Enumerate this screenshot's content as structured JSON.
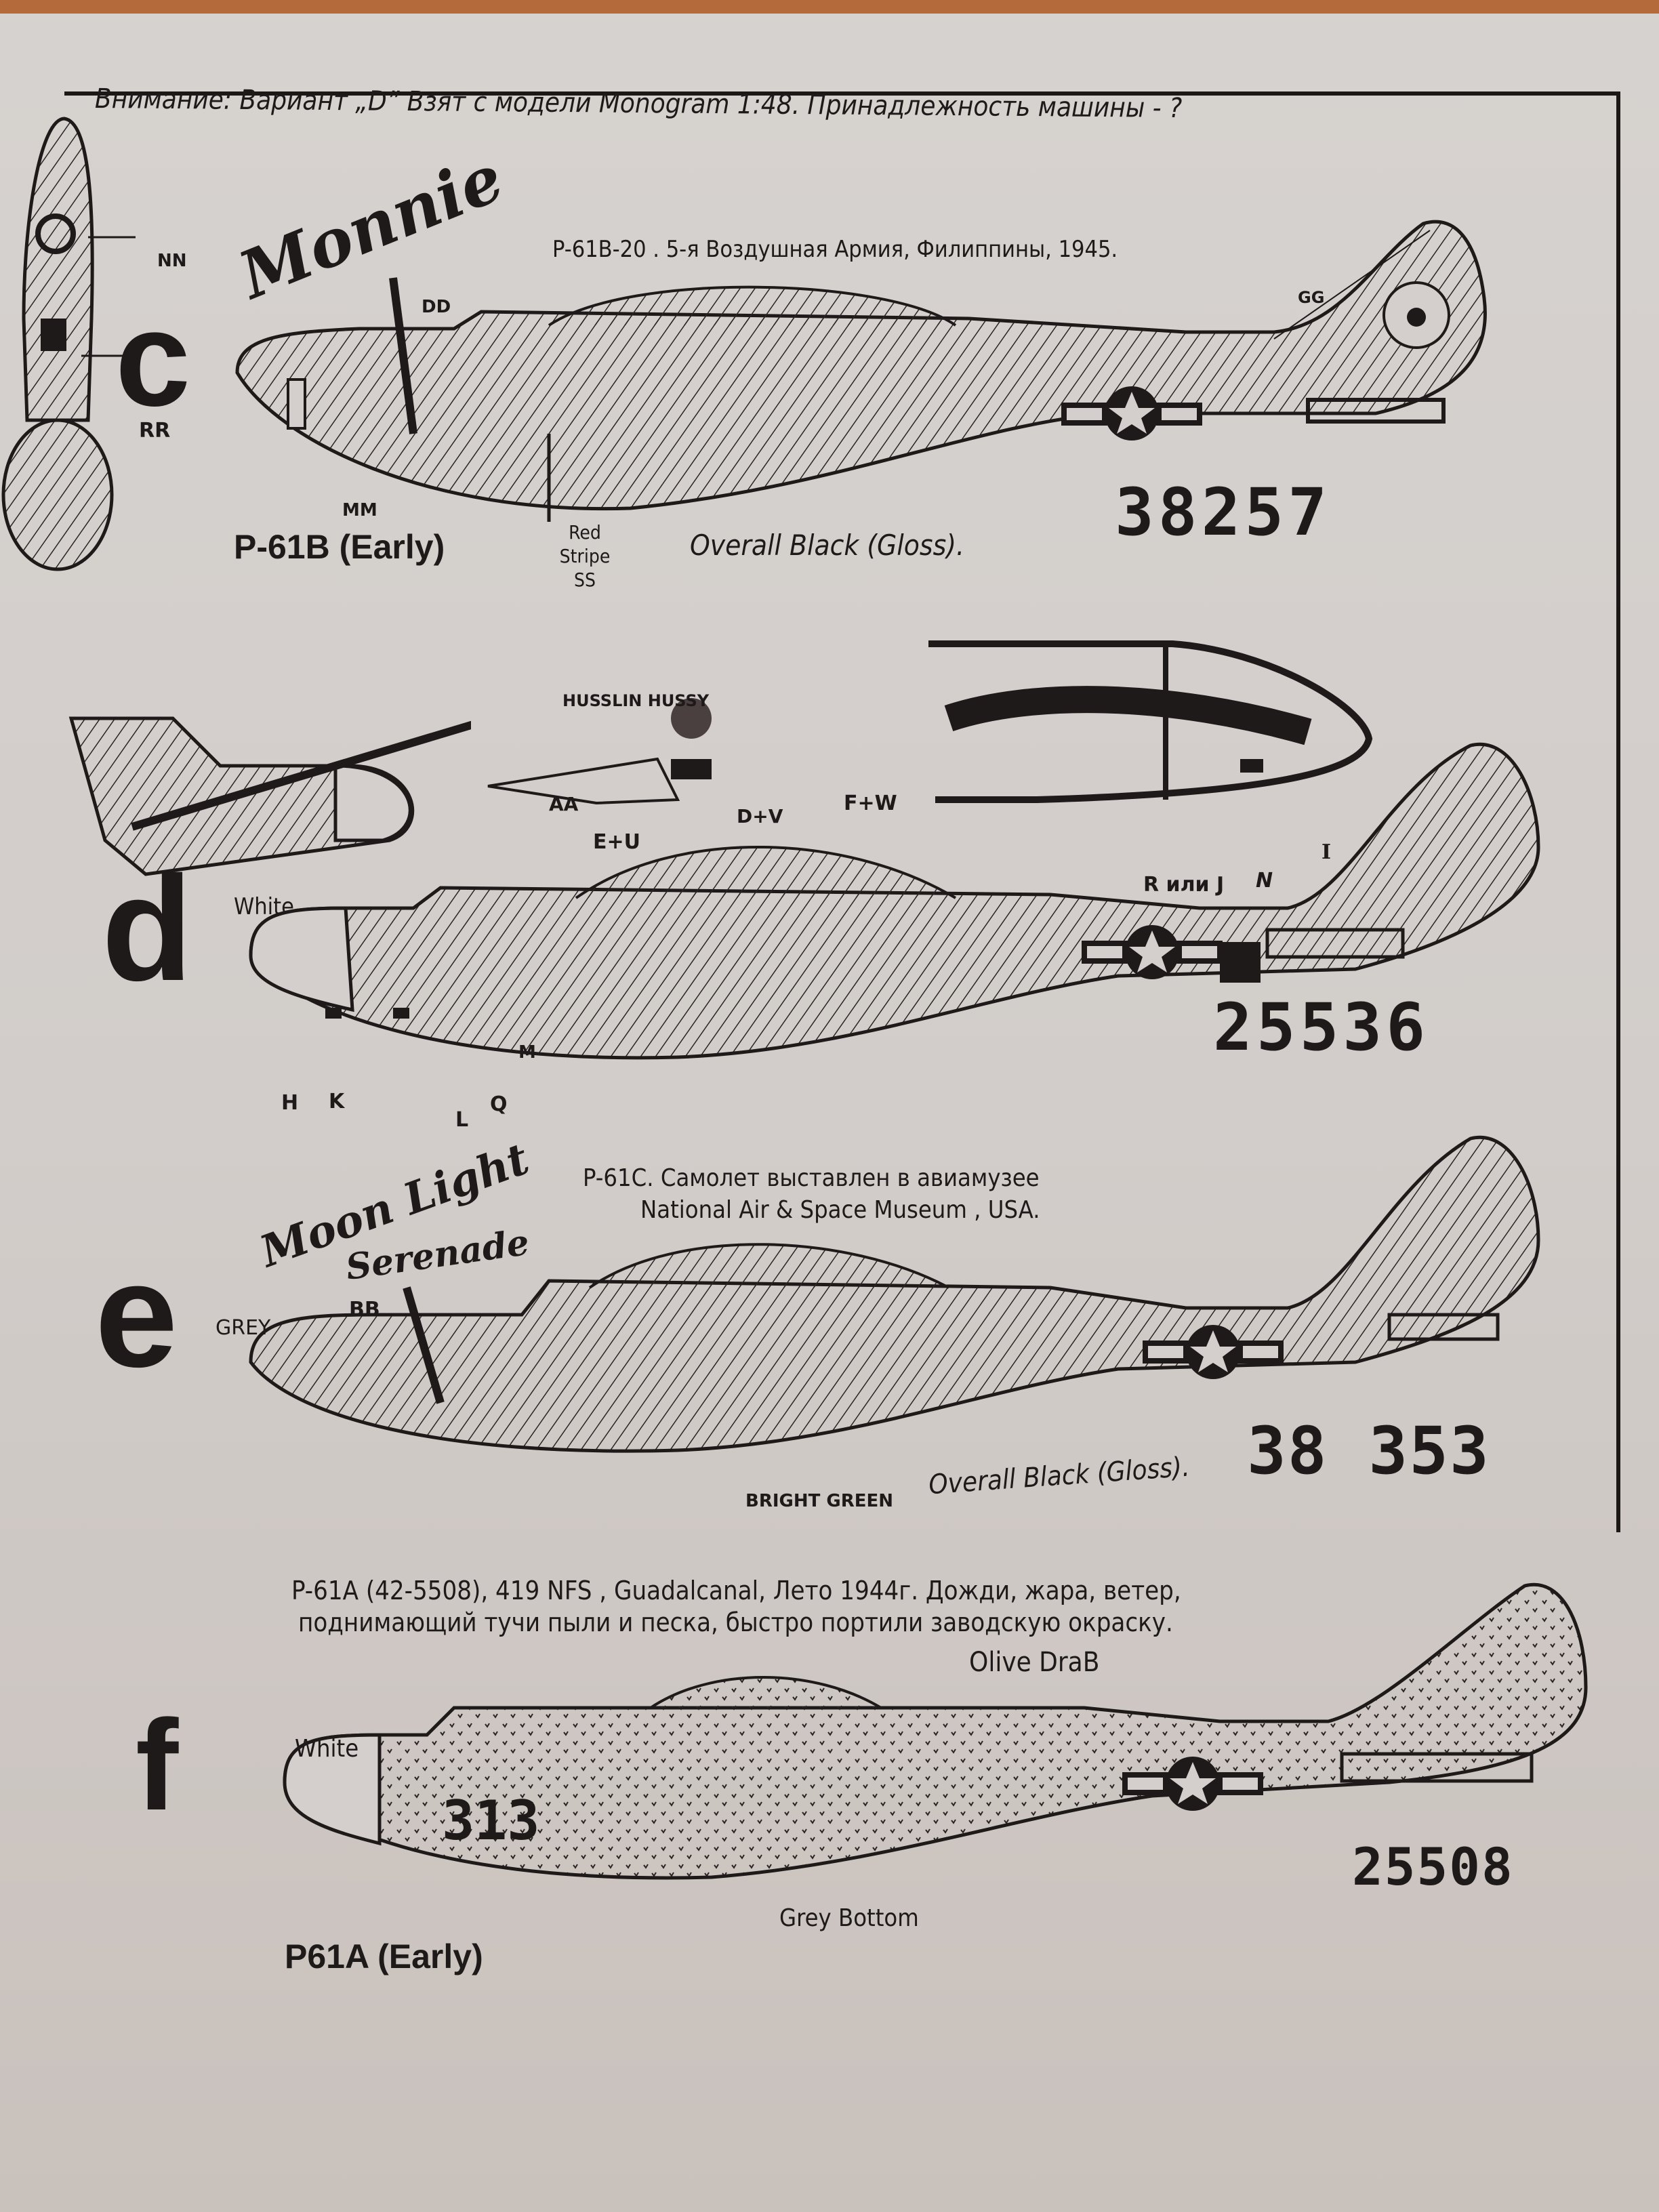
{
  "document": {
    "type": "decal instruction sheet",
    "subject": "P-61 Black Widow",
    "notice": "Внимание:  Вариант „D” Взят с модели  Monogram 1:48.  Принадлежность машины - ?",
    "colors": {
      "paper": "#d4cfcc",
      "ink": "#1e1a1a",
      "background_wood": "#b46a3a"
    }
  },
  "variants": [
    {
      "letter": "c",
      "model_label": "P-61B (Early)",
      "caption": "P-61B-20 . 5-я Воздушная Армия, Филиппины, 1945.",
      "nose_art": "Monnie",
      "finish": "Overall Black (Gloss).",
      "serial": "38257",
      "callouts": [
        "NN",
        "RR",
        "DD",
        "MM",
        "Red Stripe SS",
        "GG"
      ]
    },
    {
      "letter": "d",
      "model_label": "",
      "caption": "",
      "nose_art": "HUSSLIN HUSSY",
      "finish": "",
      "serial": "25536",
      "nose_color": "White",
      "callouts": [
        "AA",
        "E+U",
        "D+V",
        "F+W",
        "R или J",
        "N",
        "I",
        "H",
        "K",
        "L",
        "Q",
        "M"
      ]
    },
    {
      "letter": "e",
      "model_label": "",
      "caption_line1": "P-61C.  Самолет выставлен  в авиамузее",
      "caption_line2": "National Air & Space Museum , USA.",
      "nose_art_line1": "Moon Light",
      "nose_art_line2": "Serenade",
      "finish": "Overall Black (Gloss).",
      "serial": "38 353",
      "callouts": [
        "BB",
        "GREY",
        "BRIGHT GREEN"
      ]
    },
    {
      "letter": "f",
      "model_label": "P61A (Early)",
      "caption_line1": "P-61A  (42-5508), 419 NFS , Guadalcanal, Лето 1944г.  Дожди, жара, ветер,",
      "caption_line2": "поднимающий  тучи пыли и песка, быстро портили заводскую окраску.",
      "nose_color": "White",
      "fuselage_code": "313",
      "top_color": "Olive DraB",
      "bottom_color": "Grey Bottom",
      "serial": "25508"
    }
  ]
}
